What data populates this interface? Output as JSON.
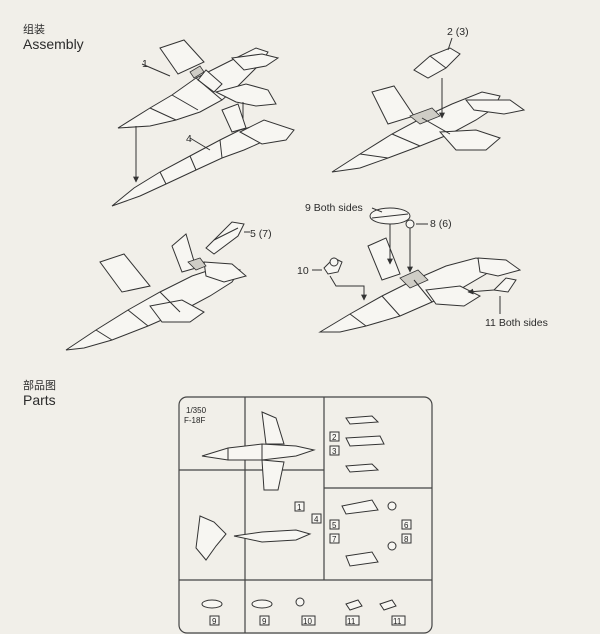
{
  "assembly": {
    "title_cn": "组装",
    "title_en": "Assembly"
  },
  "parts": {
    "title_cn": "部品图",
    "title_en": "Parts"
  },
  "callouts": {
    "c1": "1",
    "c2": "2 (3)",
    "c4": "4",
    "c5": "5 (7)",
    "c8": "8 (6)",
    "c9": "9 Both sides",
    "c10": "10",
    "c11": "11 Both sides"
  },
  "sprue": {
    "label_scale": "1/350",
    "label_model": "F-18F",
    "numbers": [
      "2",
      "3",
      "1",
      "4",
      "5",
      "6",
      "7",
      "8",
      "9",
      "9",
      "10",
      "11",
      "11"
    ]
  }
}
